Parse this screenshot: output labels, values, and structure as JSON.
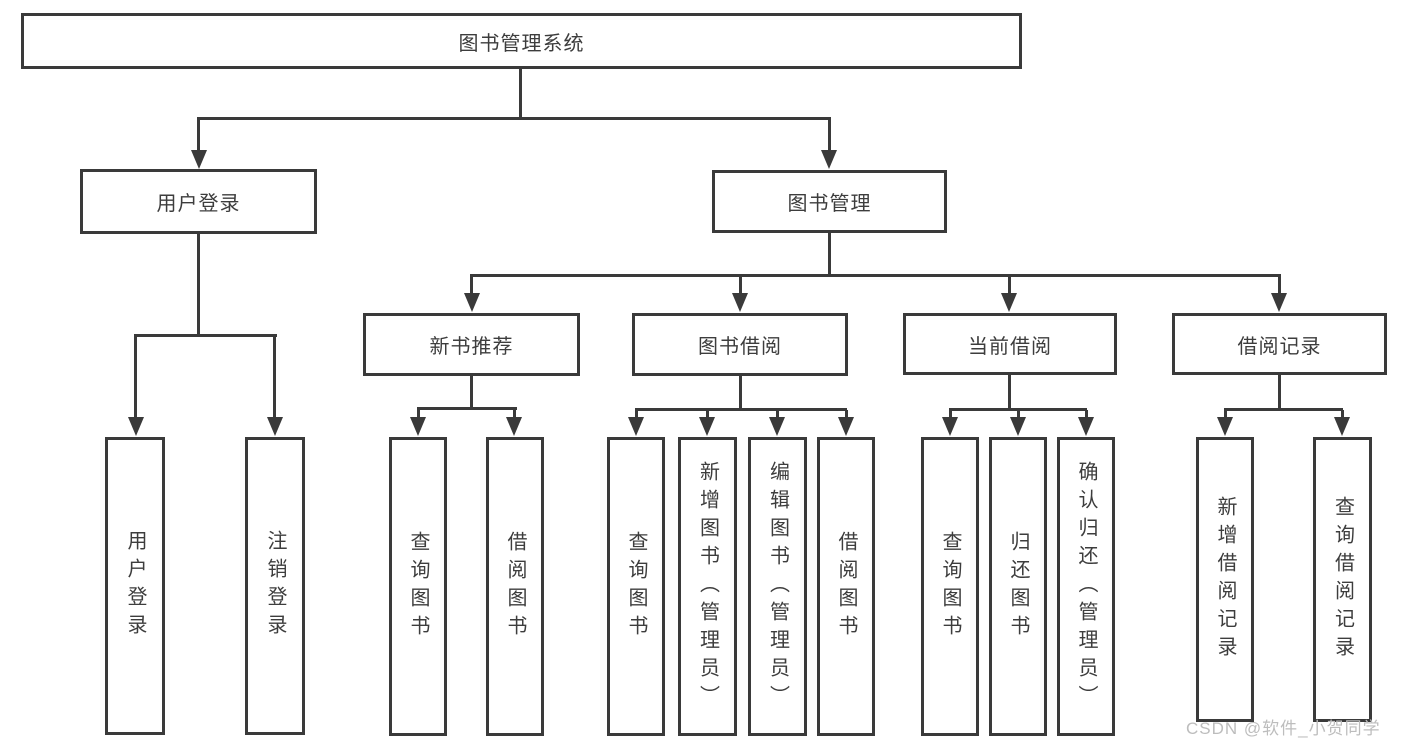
{
  "diagram": {
    "root": {
      "label": "图书管理系统"
    },
    "branches": [
      {
        "label": "用户登录",
        "children": [
          {
            "label": "用户登录"
          },
          {
            "label": "注销登录"
          }
        ]
      },
      {
        "label": "图书管理",
        "children": [
          {
            "label": "新书推荐",
            "children": [
              {
                "label": "查询图书"
              },
              {
                "label": "借阅图书"
              }
            ]
          },
          {
            "label": "图书借阅",
            "children": [
              {
                "label": "查询图书"
              },
              {
                "label": "新增图书（管理员）"
              },
              {
                "label": "编辑图书（管理员）"
              },
              {
                "label": "借阅图书"
              }
            ]
          },
          {
            "label": "当前借阅",
            "children": [
              {
                "label": "查询图书"
              },
              {
                "label": "归还图书"
              },
              {
                "label": "确认归还（管理员）"
              }
            ]
          },
          {
            "label": "借阅记录",
            "children": [
              {
                "label": "新增借阅记录"
              },
              {
                "label": "查询借阅记录"
              }
            ]
          }
        ]
      }
    ]
  },
  "watermark": {
    "text": "CSDN @软件_小贺同学"
  },
  "colors": {
    "line": "#3a3a3a",
    "text": "#3d3d3d",
    "watermark": "#bdbdbd",
    "background": "#ffffff"
  }
}
